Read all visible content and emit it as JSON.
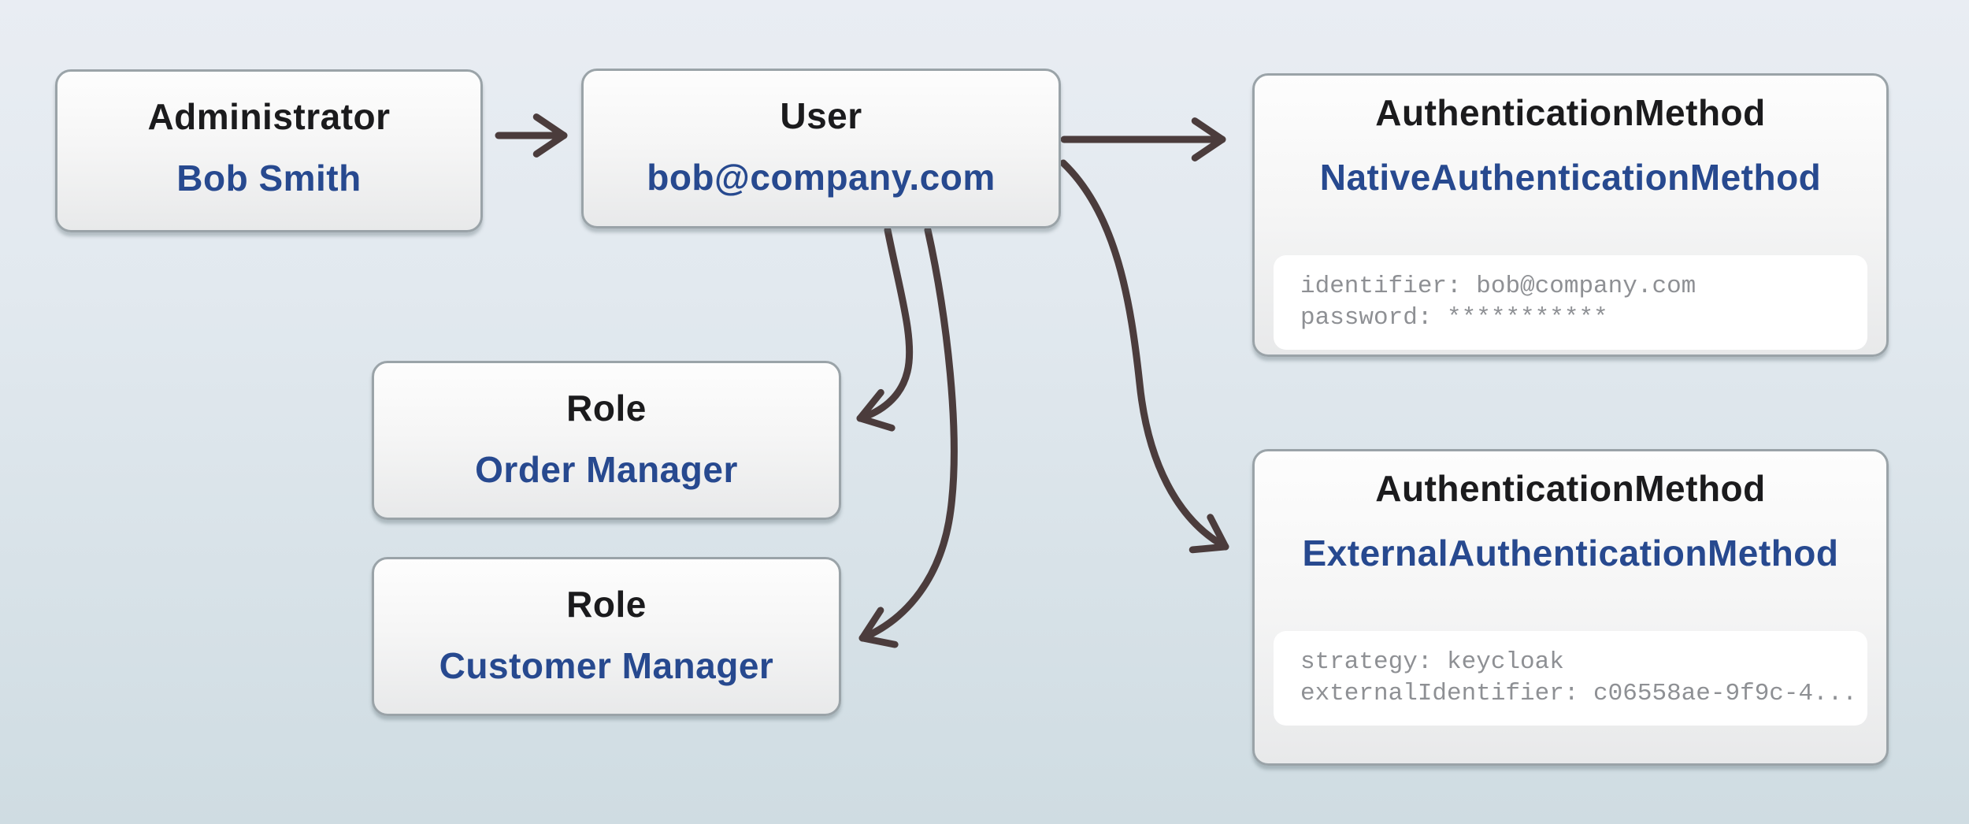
{
  "diagram": {
    "nodes": {
      "administrator": {
        "type": "Administrator",
        "value": "Bob Smith"
      },
      "user": {
        "type": "User",
        "value": "bob@company.com"
      },
      "role_order": {
        "type": "Role",
        "value": "Order Manager"
      },
      "role_customer": {
        "type": "Role",
        "value": "Customer Manager"
      },
      "auth_native": {
        "type": "AuthenticationMethod",
        "value": "NativeAuthenticationMethod",
        "code": [
          "identifier: bob@company.com",
          "password: ***********"
        ]
      },
      "auth_external": {
        "type": "AuthenticationMethod",
        "value": "ExternalAuthenticationMethod",
        "code": [
          "strategy: keycloak",
          "externalIdentifier: c06558ae-9f9c-4..."
        ]
      }
    },
    "edges": [
      {
        "from": "administrator",
        "to": "user"
      },
      {
        "from": "user",
        "to": "auth_native"
      },
      {
        "from": "user",
        "to": "role_order"
      },
      {
        "from": "user",
        "to": "role_customer"
      },
      {
        "from": "user",
        "to": "auth_external"
      }
    ],
    "colors": {
      "value_blue": "#27498f",
      "title_black": "#1b1b1d",
      "code_gray": "#8e9094",
      "arrow": "#4b3c3c",
      "node_border": "#9aa3a8"
    }
  }
}
